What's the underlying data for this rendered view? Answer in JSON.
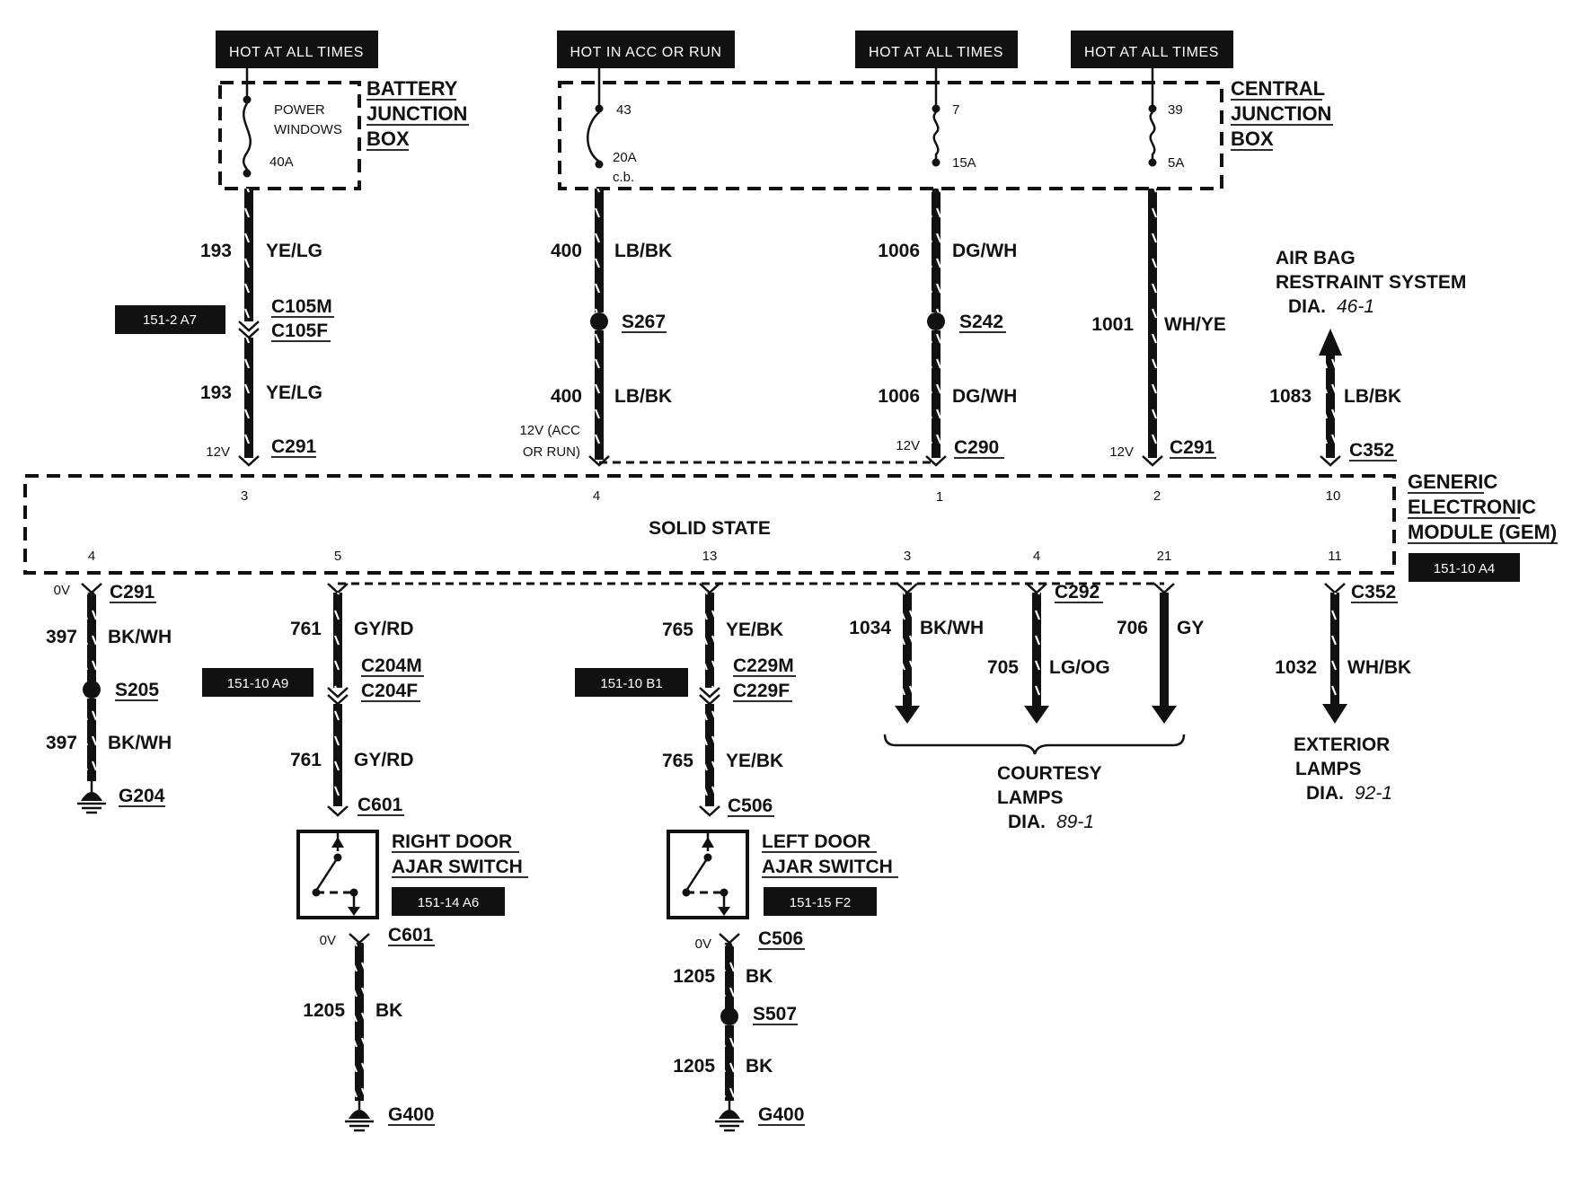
{
  "headers": [
    "HOT AT ALL TIMES",
    "HOT IN ACC OR RUN",
    "HOT AT ALL TIMES",
    "HOT AT ALL TIMES"
  ],
  "battery_junction_box": {
    "label_lines": [
      "BATTERY",
      "JUNCTION",
      "BOX"
    ],
    "fuse_name_lines": [
      "POWER",
      "WINDOWS"
    ],
    "fuse_rating": "40A"
  },
  "central_junction_box": {
    "label_lines": [
      "CENTRAL",
      "JUNCTION",
      "BOX"
    ],
    "fuses": [
      {
        "number": "43",
        "rating": "20A",
        "type": "c.b."
      },
      {
        "number": "7",
        "rating": "15A"
      },
      {
        "number": "39",
        "rating": "5A"
      }
    ]
  },
  "gem": {
    "label_lines": [
      "GENERIC",
      "ELECTRONIC",
      "MODULE (GEM)"
    ],
    "center_text": "SOLID STATE",
    "ref": "151-10 A4",
    "top_pins": [
      "3",
      "4",
      "1",
      "2",
      "10"
    ],
    "bottom_pins": [
      "4",
      "5",
      "13",
      "3",
      "4",
      "21",
      "11"
    ]
  },
  "upper_circuits": [
    {
      "circuit": "193",
      "color": "YE/LG",
      "connector": "C105M",
      "connector_b": "C105F",
      "ref": "151-2 A7",
      "circuit2": "193",
      "color2": "YE/LG",
      "voltage": "12V",
      "gem_connector": "C291"
    },
    {
      "circuit": "400",
      "color": "LB/BK",
      "splice": "S267",
      "circuit2": "400",
      "color2": "LB/BK",
      "voltage_lines": [
        "12V (ACC",
        "OR RUN)"
      ]
    },
    {
      "circuit": "1006",
      "color": "DG/WH",
      "splice": "S242",
      "circuit2": "1006",
      "color2": "DG/WH",
      "voltage": "12V",
      "gem_connector": "C290"
    },
    {
      "circuit": "1001",
      "color": "WH/YE",
      "voltage": "12V",
      "gem_connector": "C291"
    },
    {
      "circuit": "1083",
      "color": "LB/BK",
      "gem_connector": "C352",
      "dest_lines": [
        "AIR BAG",
        "RESTRAINT SYSTEM"
      ],
      "dest_dia_prefix": "DIA.",
      "dest_dia": "46-1"
    }
  ],
  "lower_circuits": {
    "ground_branch": {
      "voltage": "0V",
      "connector": "C291",
      "circuit": "397",
      "color": "BK/WH",
      "splice": "S205",
      "circuit2": "397",
      "color2": "BK/WH",
      "ground": "G204"
    },
    "right_door": {
      "circuit": "761",
      "color": "GY/RD",
      "connector": "C204M",
      "connector_b": "C204F",
      "ref": "151-10 A9",
      "circuit2": "761",
      "color2": "GY/RD",
      "switch_connector": "C601",
      "switch_label_lines": [
        "RIGHT DOOR",
        "AJAR SWITCH"
      ],
      "switch_ref": "151-14 A6",
      "voltage": "0V",
      "out_connector": "C601",
      "circuit3": "1205",
      "color3": "BK",
      "ground": "G400"
    },
    "left_door": {
      "circuit": "765",
      "color": "YE/BK",
      "connector": "C229M",
      "connector_b": "C229F",
      "ref": "151-10 B1",
      "circuit2": "765",
      "color2": "YE/BK",
      "switch_connector": "C506",
      "switch_label_lines": [
        "LEFT DOOR",
        "AJAR SWITCH"
      ],
      "switch_ref": "151-15 F2",
      "voltage": "0V",
      "out_connector": "C506",
      "circuit3": "1205",
      "color3": "BK",
      "splice": "S507",
      "circuit4": "1205",
      "color4": "BK",
      "ground": "G400"
    },
    "courtesy": {
      "connector": "C292",
      "wires": [
        {
          "circuit": "1034",
          "color": "BK/WH"
        },
        {
          "circuit": "705",
          "color": "LG/OG"
        },
        {
          "circuit": "706",
          "color": "GY"
        }
      ],
      "dest_lines": [
        "COURTESY",
        "LAMPS"
      ],
      "dest_dia_prefix": "DIA.",
      "dest_dia": "89-1"
    },
    "exterior": {
      "connector": "C352",
      "circuit": "1032",
      "color": "WH/BK",
      "dest_lines": [
        "EXTERIOR",
        "LAMPS"
      ],
      "dest_dia_prefix": "DIA.",
      "dest_dia": "92-1"
    }
  }
}
